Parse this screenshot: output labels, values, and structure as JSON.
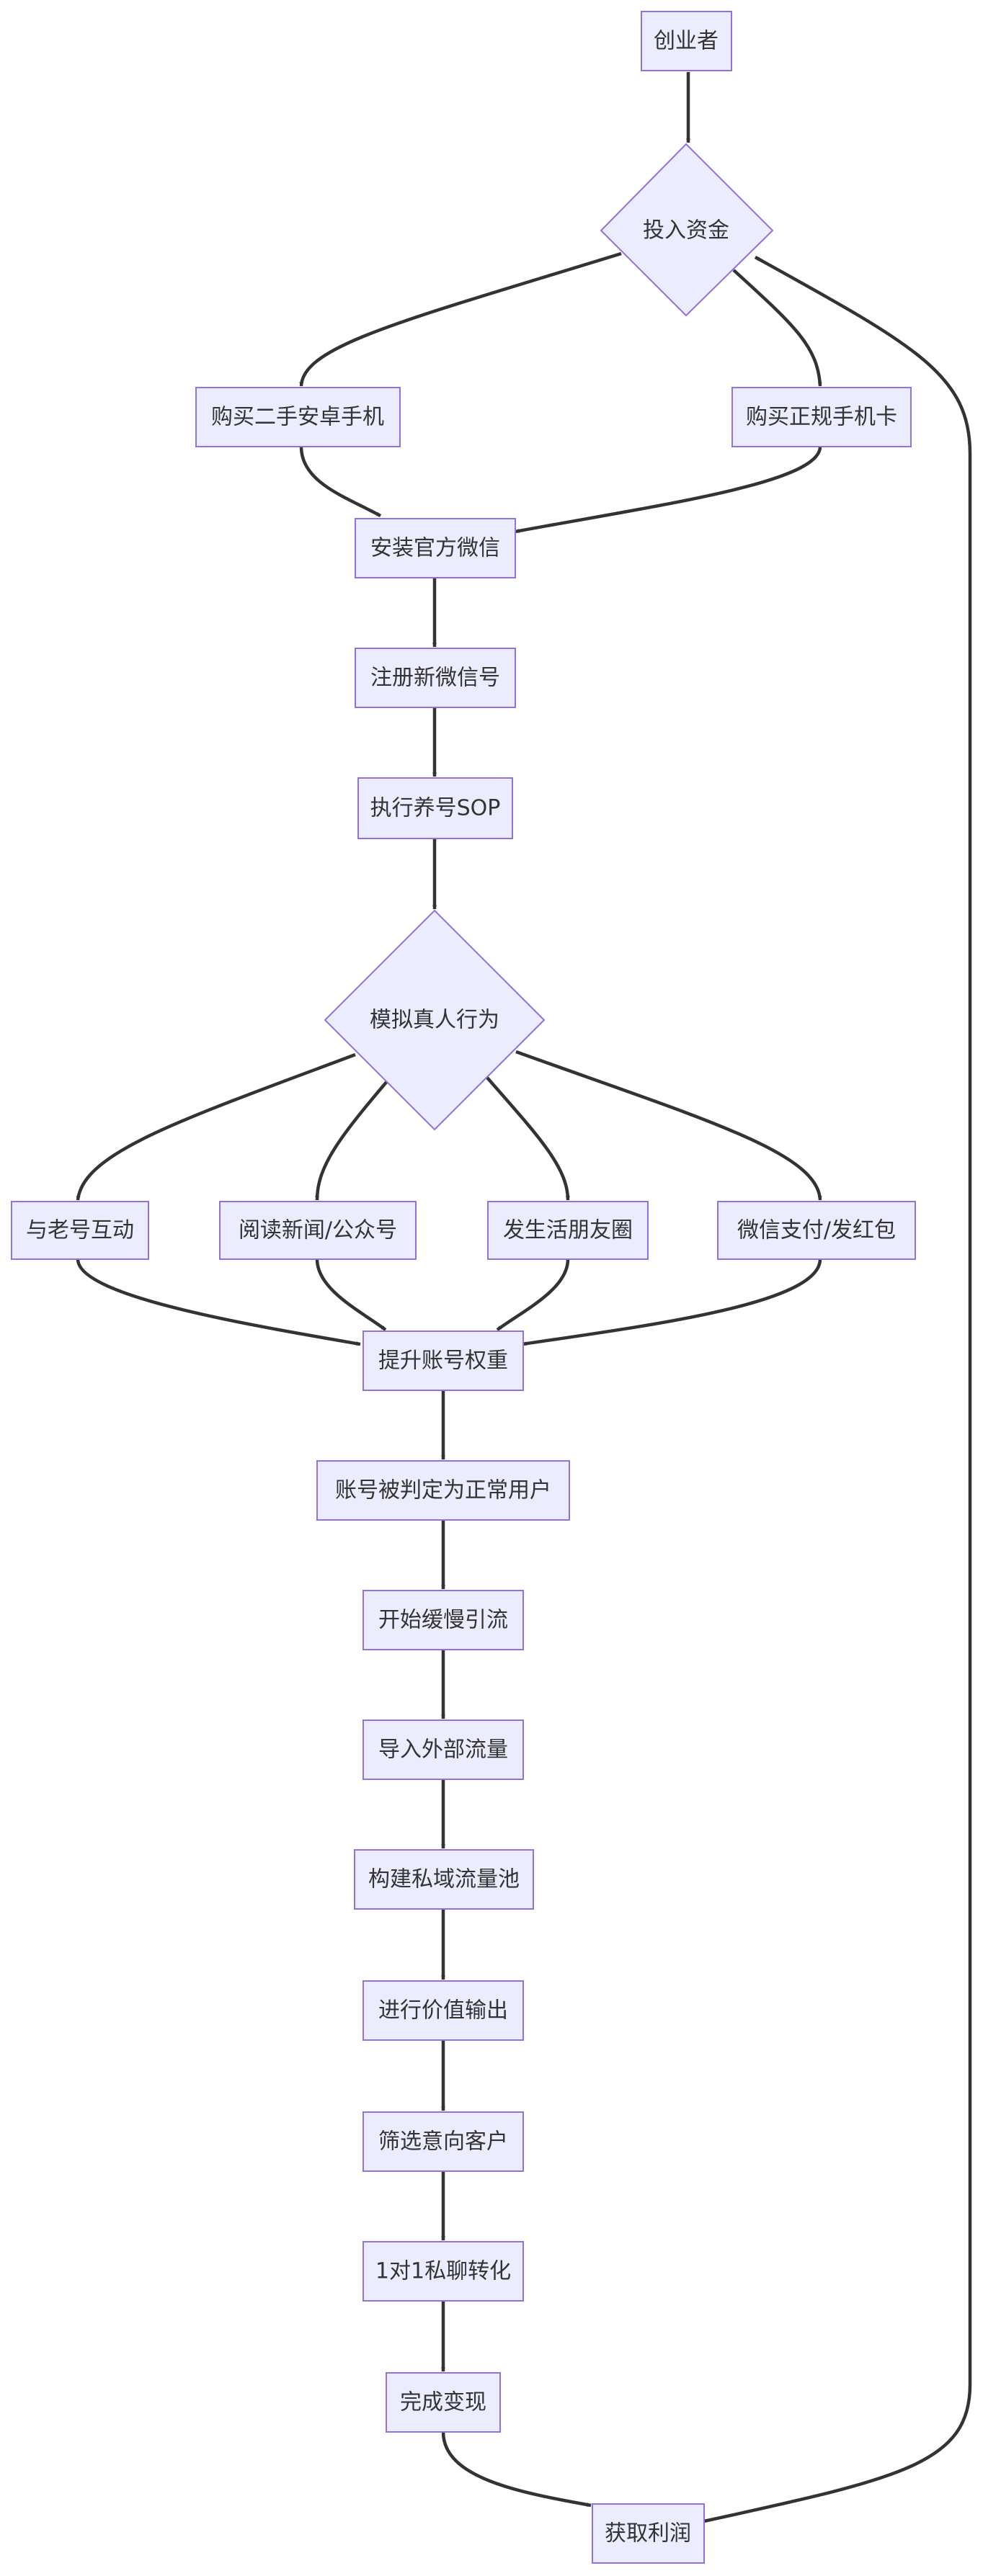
{
  "diagram": {
    "type": "flowchart",
    "nodes": {
      "founder": "创业者",
      "invest": "投入资金",
      "buy_phone": "购买二手安卓手机",
      "buy_sim": "购买正规手机卡",
      "install_wechat": "安装官方微信",
      "register": "注册新微信号",
      "nurture_sop": "执行养号SOP",
      "simulate": "模拟真人行为",
      "interact_old": "与老号互动",
      "read_news": "阅读新闻/公众号",
      "post_moments": "发生活朋友圈",
      "wechat_pay": "微信支付/发红包",
      "boost_weight": "提升账号权重",
      "judged_normal": "账号被判定为正常用户",
      "start_traffic": "开始缓慢引流",
      "import_traffic": "导入外部流量",
      "build_pool": "构建私域流量池",
      "value_output": "进行价值输出",
      "filter_customers": "筛选意向客户",
      "chat_convert": "1对1私聊转化",
      "monetize": "完成变现",
      "profit": "获取利润"
    },
    "edges": [
      [
        "founder",
        "invest"
      ],
      [
        "invest",
        "buy_phone"
      ],
      [
        "invest",
        "buy_sim"
      ],
      [
        "buy_phone",
        "install_wechat"
      ],
      [
        "buy_sim",
        "install_wechat"
      ],
      [
        "install_wechat",
        "register"
      ],
      [
        "register",
        "nurture_sop"
      ],
      [
        "nurture_sop",
        "simulate"
      ],
      [
        "simulate",
        "interact_old"
      ],
      [
        "simulate",
        "read_news"
      ],
      [
        "simulate",
        "post_moments"
      ],
      [
        "simulate",
        "wechat_pay"
      ],
      [
        "interact_old",
        "boost_weight"
      ],
      [
        "read_news",
        "boost_weight"
      ],
      [
        "post_moments",
        "boost_weight"
      ],
      [
        "wechat_pay",
        "boost_weight"
      ],
      [
        "boost_weight",
        "judged_normal"
      ],
      [
        "judged_normal",
        "start_traffic"
      ],
      [
        "start_traffic",
        "import_traffic"
      ],
      [
        "import_traffic",
        "build_pool"
      ],
      [
        "build_pool",
        "value_output"
      ],
      [
        "value_output",
        "filter_customers"
      ],
      [
        "filter_customers",
        "chat_convert"
      ],
      [
        "chat_convert",
        "monetize"
      ],
      [
        "monetize",
        "profit"
      ],
      [
        "profit",
        "invest"
      ]
    ]
  },
  "colors": {
    "node_fill": "#ECECFF",
    "node_stroke": "#9370DB",
    "edge": "#333333",
    "text": "#333333"
  }
}
